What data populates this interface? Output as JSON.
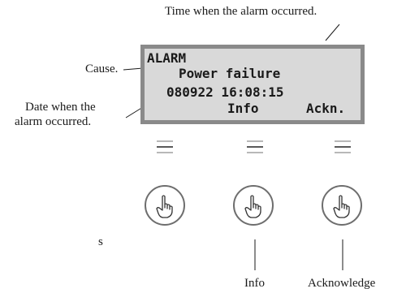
{
  "annotations": {
    "time": "Time when the alarm occurred.",
    "cause": "Cause.",
    "date_line1": "Date when the",
    "date_line2": "alarm occurred.",
    "info": "Info",
    "acknowledge": "Acknowledge",
    "cut_letter": "s"
  },
  "display": {
    "line1": "ALARM",
    "line2": "Power failure",
    "line3": "080922 16:08:15",
    "softkey_info": "Info",
    "softkey_ackn": "Ackn."
  },
  "buttons": [
    {
      "name": "left-button",
      "icon": "pointing-hand-icon"
    },
    {
      "name": "info-button",
      "icon": "pointing-hand-icon"
    },
    {
      "name": "acknowledge-button",
      "icon": "pointing-hand-icon"
    }
  ],
  "colors": {
    "lcd_background": "#d9d9d9",
    "lcd_border": "#8a8a8a",
    "led_light": "#b8b8b8",
    "led_dark": "#5a5a5a",
    "button_outline": "#6e6e6e"
  }
}
